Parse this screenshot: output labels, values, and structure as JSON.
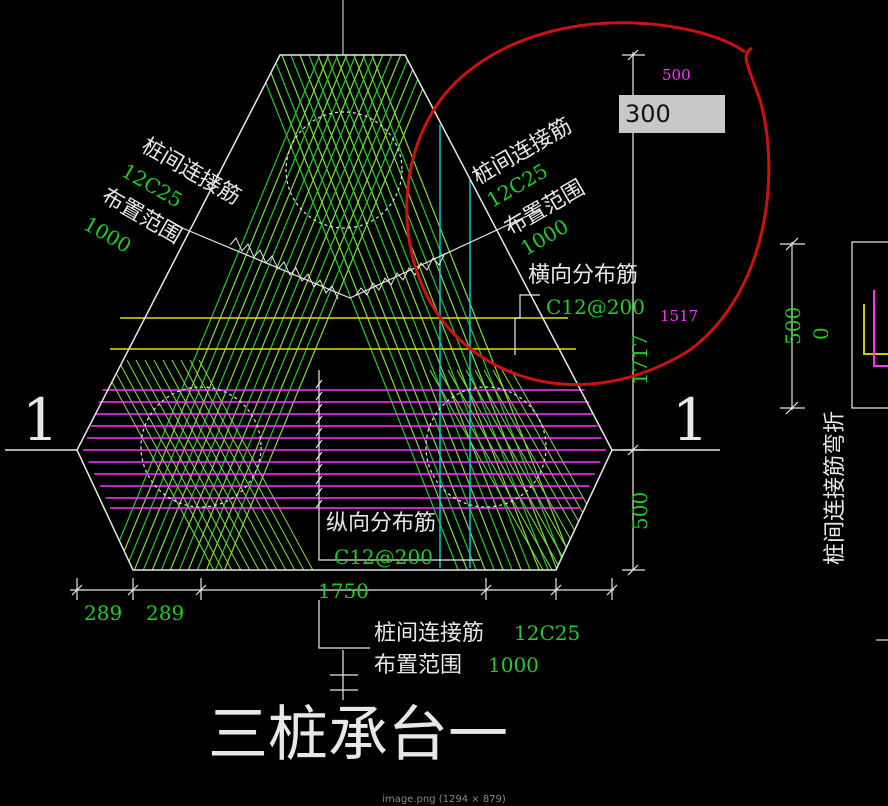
{
  "title": "三桩承台一",
  "section_marks": {
    "left": "1",
    "right": "1"
  },
  "labels": {
    "left_conn_top": "桩间连接筋",
    "left_conn_spec": "12C25",
    "left_range": "布置范围",
    "left_range_val": "1000",
    "right_conn_top": "桩间连接筋",
    "right_conn_spec": "12C25",
    "right_range": "布置范围",
    "right_range_val": "1000",
    "horiz_dist": "横向分布筋",
    "horiz_dist_spec": "C12@200",
    "vert_dist": "纵向分布筋",
    "vert_dist_spec": "C12@200",
    "bottom_conn": "桩间连接筋",
    "bottom_conn_spec": "12C25",
    "bottom_range": "布置范围",
    "bottom_range_val": "1000",
    "side_bend": "桩间连接筋弯折"
  },
  "dimensions": {
    "d289a": "289",
    "d289b": "289",
    "d1750": "1750",
    "d1717": "1717",
    "d500_bottom": "500",
    "d500_side": "500",
    "d0_side": "0",
    "mag_500": "500",
    "mag_1517": "1517"
  },
  "edit_field": {
    "value": "300"
  },
  "footer_text": "image.png (1294 × 879)",
  "colors": {
    "background": "#000000",
    "outline": "#e8e8e8",
    "rebar_green": "#1fcc2a",
    "hatch_green": "#7be33a",
    "dist_magenta": "#ff33ff",
    "dist_yellow": "#e0e000",
    "cyan": "#00cccc",
    "annotation_red": "#cc1111"
  }
}
